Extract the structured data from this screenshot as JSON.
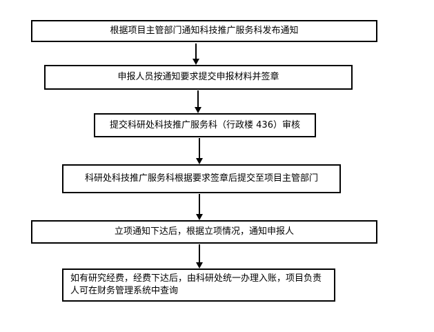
{
  "steps": [
    {
      "label": "根据项目主管部门通知科技推广服务科发布通知"
    },
    {
      "label": "申报人员按通知要求提交申报材料并签章"
    },
    {
      "label": "提交科研处科技推广服务科（行政楼 436）审核"
    },
    {
      "label": "科研处科技推广服务科根据要求签章后提交至项目主管部门"
    },
    {
      "label": "立项通知下达后，根据立项情况，通知申报人"
    },
    {
      "label": "如有研究经费，经费下达后，由科研处统一办理入账，项目负责人可在财务管理系统中查询"
    }
  ]
}
